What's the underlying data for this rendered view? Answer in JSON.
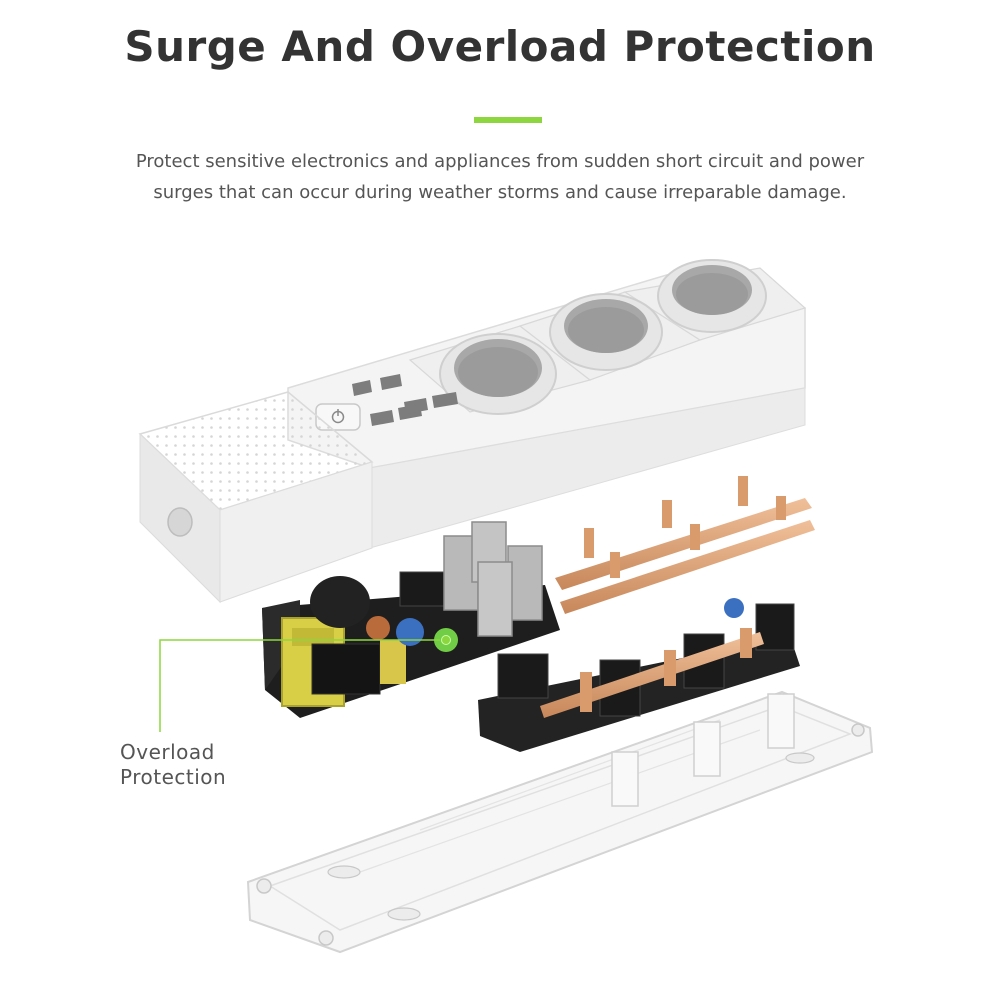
{
  "heading": {
    "title": "Surge And Overload Protection",
    "description_line1": "Protect sensitive electronics and appliances from sudden short circuit and power",
    "description_line2": "surges that can occur during weather storms and cause irreparable damage."
  },
  "callout": {
    "line1": "Overload",
    "line2": "Protection"
  },
  "colors": {
    "accent": "#8dd63f",
    "heading_text": "#333333",
    "body_text": "#555555",
    "housing": "#f2f2f2",
    "copper": "#d99a6c",
    "pcb": "#1e1e1e"
  }
}
